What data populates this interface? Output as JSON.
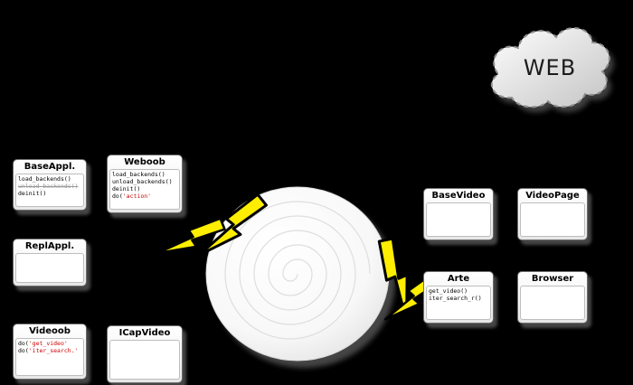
{
  "cloud": {
    "label": "WEB"
  },
  "boxes": {
    "base_appl": {
      "title": "BaseAppl.",
      "m0": "load_backends()",
      "m1": "unload_backends()",
      "m2": "deinit()"
    },
    "weboob": {
      "title": "Weboob",
      "m0": "load_backends()",
      "m1": "unload_backends()",
      "m2": "deinit()",
      "m3_prefix": "do(",
      "m3_arg": "'action'"
    },
    "repl_appl": {
      "title": "ReplAppl."
    },
    "videoob": {
      "title": "Videoob",
      "m0_prefix": "do(",
      "m0_arg": "'get_video'",
      "m1_prefix": "do(",
      "m1_arg": "'iter_search.'"
    },
    "icap_video": {
      "title": "ICapVideo"
    },
    "base_video": {
      "title": "BaseVideo"
    },
    "video_page": {
      "title": "VideoPage"
    },
    "arte": {
      "title": "Arte",
      "m0": "get_video()",
      "m1": "iter_search_r()"
    },
    "browser": {
      "title": "Browser"
    }
  },
  "colors": {
    "accent_red": "#cc0000",
    "muted_gray": "#999999",
    "bolt_yellow": "#ffee00",
    "background": "#000000"
  }
}
